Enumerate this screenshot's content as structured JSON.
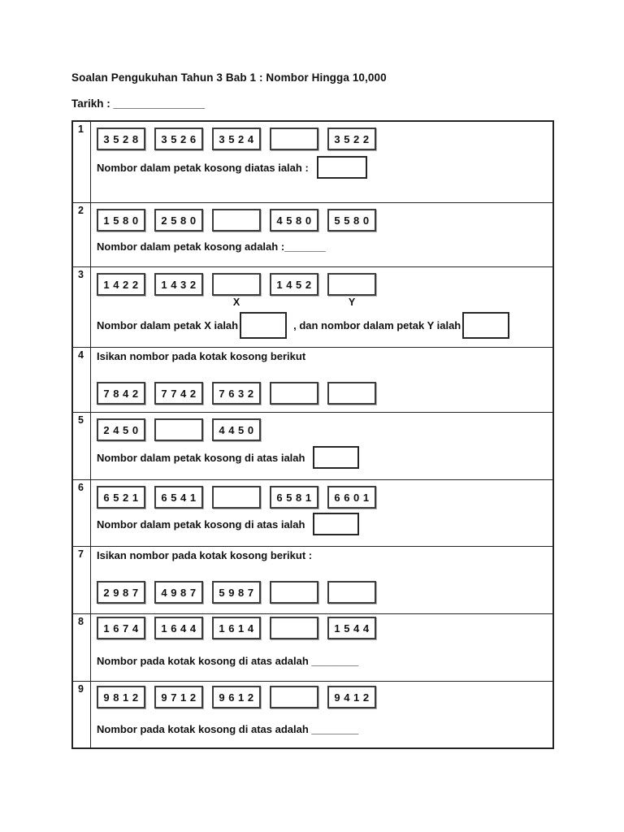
{
  "header": {
    "title": "Soalan Pengukuhan Tahun 3 Bab 1 : Nombor Hingga 10,000",
    "date_label": "Tarikh : _______________"
  },
  "questions": [
    {
      "number": "1",
      "boxes": [
        "3 5 2 8",
        "3 5 2 6",
        "3 5 2 4",
        "",
        "3 5 2 2"
      ],
      "prompt": "Nombor dalam petak kosong diatas ialah :"
    },
    {
      "number": "2",
      "boxes": [
        "1 5 8 0",
        "2 5 8 0",
        "",
        "4 5 8 0",
        "5 5 8 0"
      ],
      "prompt": "Nombor dalam petak kosong adalah :_______"
    },
    {
      "number": "3",
      "boxes": [
        "1 4 2 2",
        "1 4 3 2",
        "",
        "1 4 5 2",
        ""
      ],
      "x_label": "X",
      "y_label": "Y",
      "prompt_x": "Nombor dalam petak X ialah",
      "prompt_y": ", dan nombor dalam petak Y ialah"
    },
    {
      "number": "4",
      "instruction": "Isikan nombor pada kotak kosong berikut",
      "boxes": [
        "7 8 4 2",
        "7 7 4 2",
        "7 6 3 2",
        "",
        ""
      ]
    },
    {
      "number": "5",
      "boxes": [
        "2 4 5 0",
        "",
        "4 4 5 0"
      ],
      "prompt": "Nombor dalam petak kosong di atas ialah"
    },
    {
      "number": "6",
      "boxes": [
        "6 5 2 1",
        "6 5 4 1",
        "",
        "6 5 8 1",
        "6 6 0 1"
      ],
      "prompt": "Nombor dalam petak kosong di atas ialah"
    },
    {
      "number": "7",
      "instruction": "Isikan nombor pada kotak kosong berikut :",
      "boxes": [
        "2 9 8 7",
        "4 9 8 7",
        "5 9 8 7",
        "",
        ""
      ]
    },
    {
      "number": "8",
      "boxes": [
        "1 6 7 4",
        "1 6 4 4",
        "1 6 1 4",
        "",
        "1 5 4 4"
      ],
      "prompt": "Nombor pada kotak kosong di atas adalah ________"
    },
    {
      "number": "9",
      "boxes": [
        "9 8 1 2",
        "9 7 1 2",
        "9 6 1 2",
        "",
        "9 4 1 2"
      ],
      "prompt": "Nombor pada kotak kosong di atas adalah ________"
    }
  ]
}
